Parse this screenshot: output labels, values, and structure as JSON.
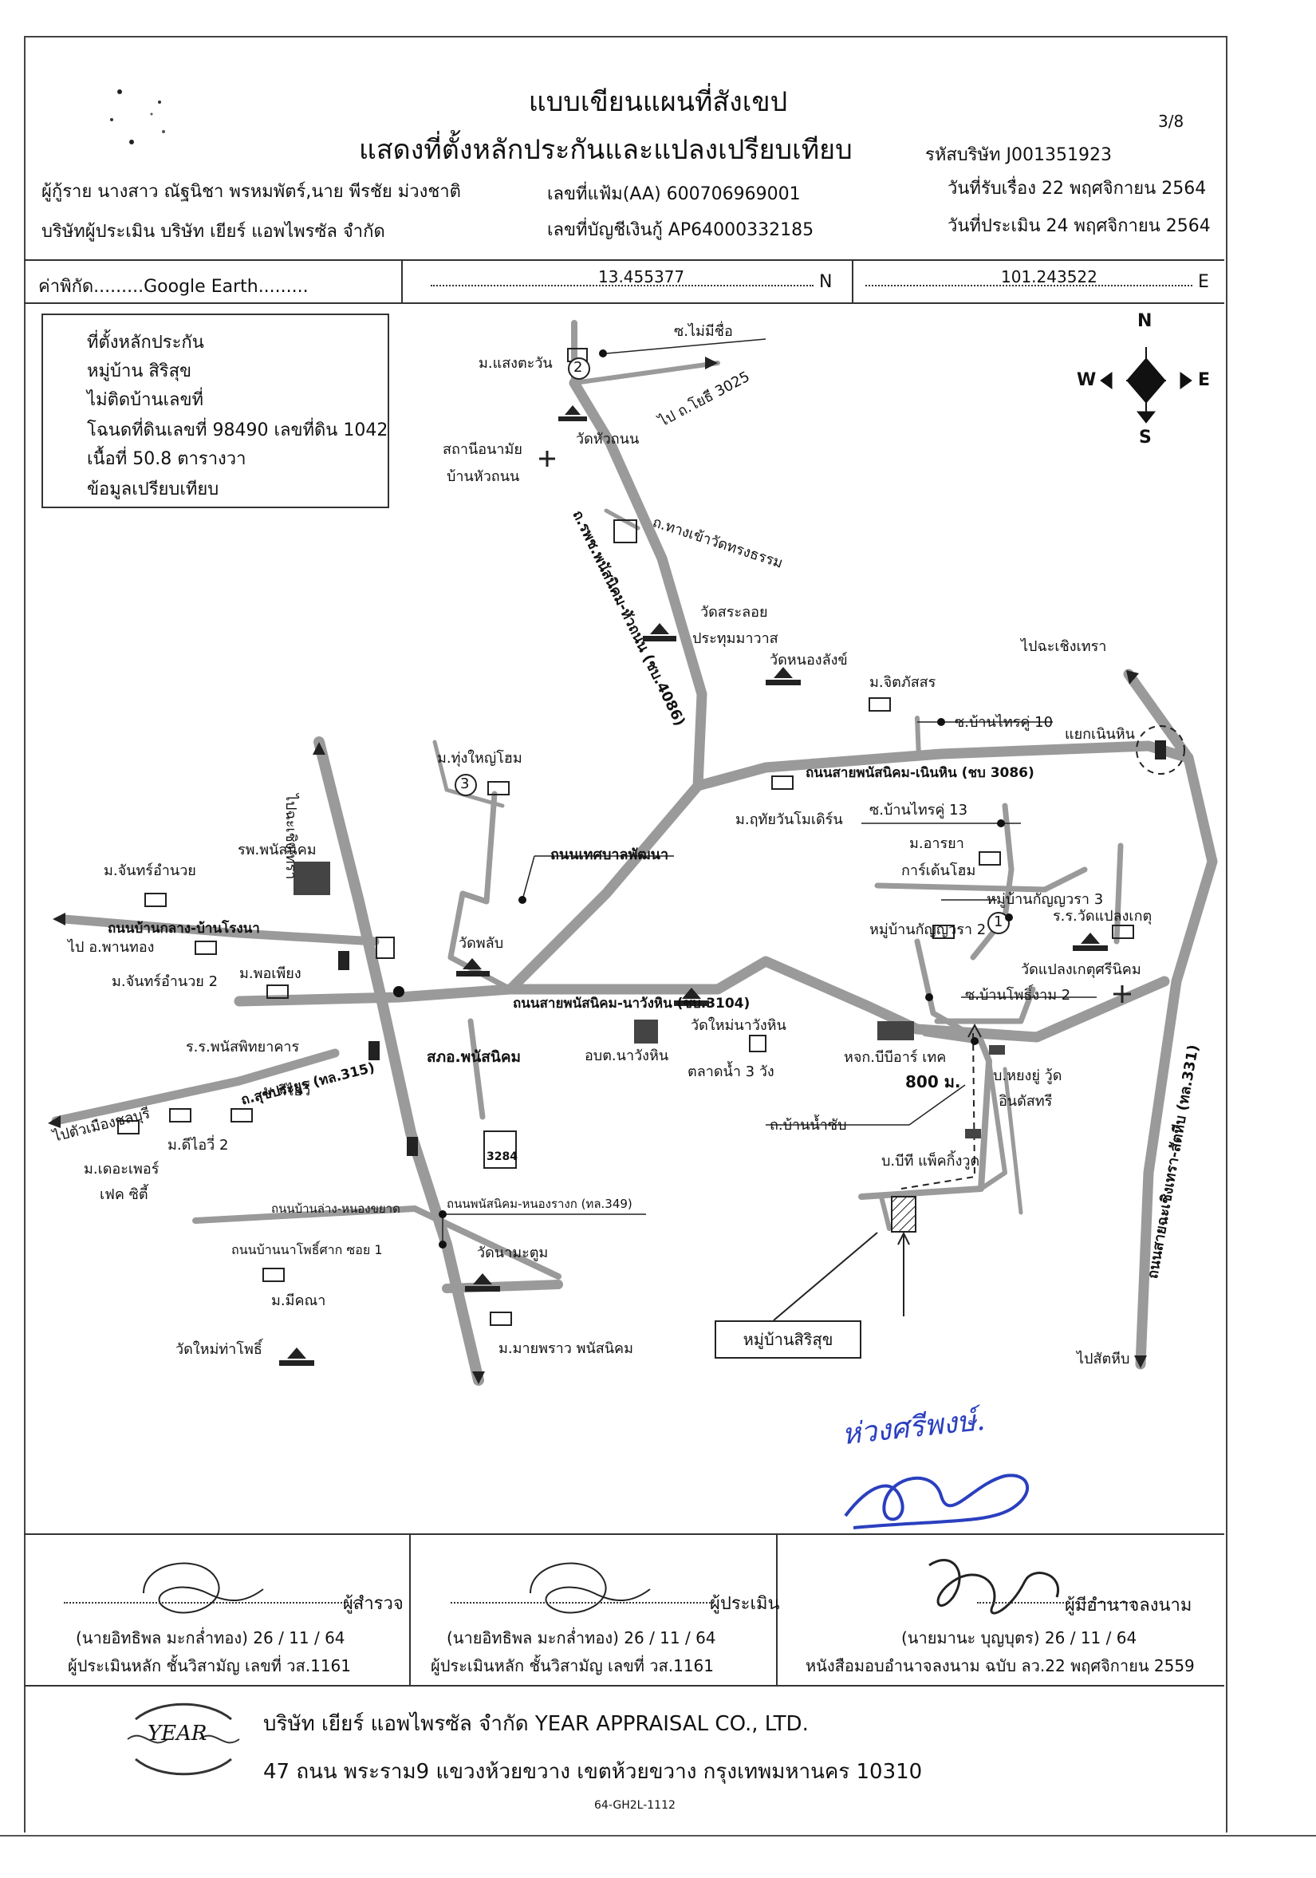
{
  "page_no": "3/8",
  "title_line1": "แบบเขียนแผนที่สังเขป",
  "title_line2": "แสดงที่ตั้งหลักประกันและแปลงเปรียบเทียบ",
  "company_code": "รหัสบริษัท J001351923",
  "borrower": "ผู้กู้ราย นางสาว ณัฐนิชา พรหมพัตร์,นาย พีรชัย ม่วงชาติ",
  "file_no": "เลขที่แฟ้ม(AA) 600706969001",
  "received_date": "วันที่รับเรื่อง 22 พฤศจิกายน 2564",
  "appraiser_company": "บริษัทผู้ประเมิน บริษัท เยียร์ แอพไพรซัล จำกัด",
  "account_no": "เลขที่บัญชีเงินกู้ AP64000332185",
  "appraisal_date": "วันที่ประเมิน 24 พฤศจิกายน 2564",
  "coords": {
    "label": "ค่าพิกัด.........Google Earth.........",
    "lat": "13.455377",
    "lat_suffix": "N",
    "lon": "101.243522",
    "lon_suffix": "E"
  },
  "legend": {
    "collateral": "ที่ตั้งหลักประกัน",
    "village": "หมู่บ้าน สิริสุข",
    "no_house_no": "ไม่ติดบ้านเลขที่",
    "deed": "โฉนดที่ดินเลขที่ 98490 เลขที่ดิน 1042",
    "area": "เนื้อที่ 50.8 ตารางวา",
    "comparison": "ข้อมูลเปรียบเทียบ"
  },
  "compass": {
    "n": "N",
    "s": "S",
    "e": "E",
    "w": "W"
  },
  "map_labels": {
    "unnamed_alley": "ซ.ไม่มีชื่อ",
    "saengtawan": "ม.แสงตะวัน",
    "to_3025": "ไป ถ.โยธี 3025",
    "wat_hua_thanon": "วัดหัวถนน",
    "health_station": "สถานีอนามัย",
    "health_station2": "บ้านหัวถนน",
    "road_to_wat": "ถ.ทางเข้าวัดทรงธรรม",
    "road_2086": "ถ.รพช.พนัสนิคม-หัวถนน (ชบ.4086)",
    "wat_sa_loi": "วัดสระลอย",
    "pratum": "ประทุมมาวาส",
    "wat_nong_lang": "วัดหนองลังข์",
    "chittaphat": "ม.จิตภัสสร",
    "to_chachoengsao_top": "ไปฉะเชิงเทรา",
    "soi_ban_thrai_10": "ซ.บ้านไทรคู่ 10",
    "yaek_noen_hin": "แยกเนินหิน",
    "road_3086": "ถนนสายพนัสนิคม-เนินหิน (ชบ 3086)",
    "soi_ban_thrai_13": "ซ.บ้านไทรคู่ 13",
    "thung_yai": "ม.ทุ่งใหญ่โฮม",
    "ruethai": "ม.ฤทัยวันโมเดิร์น",
    "arya": "ม.อารยา",
    "garden_home": "การ์เด้นโฮม",
    "to_chachoengsao_left": "ไปฉะเชิงเทรา",
    "thetsaban_road": "ถนนเทศบาลพัฒนา",
    "kanyawara3": "หมู่บ้านกัญญวรา 3",
    "kanyawara2": "หมู่บ้านกัญญวรา 2",
    "school_wat_plaeng": "ร.ร.วัดแปลงเกตุ",
    "wat_plaeng": "วัดแปลงเกตุศรีนิคม",
    "phanat_hospital": "รพ.พนัสนิคม",
    "chan_amnuay": "ม.จันทร์อำนวย",
    "ban_klang_road": "ถนนบ้านกลาง-บ้านโรงนา",
    "to_phan_thong": "ไป อ.พานทอง",
    "chan_amnuay2": "ม.จันทร์อำนวย 2",
    "pho_phiang": "ม.พอเพียง",
    "wat_phlap": "วัดพลับ",
    "road_3104": "ถนนสายพนัสนิคม-นาวังหิน (ชบ.3104)",
    "wat_mai_na": "วัดใหม่นาวังหิน",
    "soi_pho_ngam": "ซ.บ้านโพธิ์งาม 2",
    "school_phanat": "ร.ร.พนัสพิทยาคาร",
    "road_315": "ถ.สุขประยูร (ทล.315)",
    "sor_phanat": "สภอ.พนัสนิคม",
    "obt_na": "อบต.นาวังหิน",
    "market": "ตลาดน้ำ 3 วัง",
    "bbr_tech": "หจก.บีบีอาร์ เทค",
    "distance": "800 ม.",
    "yong_yu": "บ.หยงยู่ วู้ด",
    "yong_yu2": "อินดัสทรี",
    "to_chonburi": "ไปตัวเมืองชลบุรี",
    "dee_i": "ม.ดีไอวี่",
    "dee_i2": "ม.ดีไอวี่ 2",
    "treasure": "ม.เดอะเพอร์",
    "treasure2": "เฟค ซิตี้",
    "ban_nam_sap": "ถ.บ้านน้ำซับ",
    "bt_pack": "บ.บีที แพ็คกิ้งวูด",
    "shield_3284": "3284",
    "ban_lang_road": "ถนนบ้านล่าง-หนองขยาด",
    "road_349": "ถนนพนัสนิคม-หนองรางก (ทล.349)",
    "ban_na_road": "ถนนบ้านนาโพธิ์ศาก ซอย 1",
    "wat_na_matum": "วัดนามะตูม",
    "mikana": "ม.มีคณา",
    "mai_phrao": "ม.มายพราว พนัสนิคม",
    "wat_mai_tha_pho": "วัดใหม่ท่าโพธิ์",
    "to_sattahip": "ไปสัตหีบ",
    "road_331": "ถนนสายฉะเชิงเทรา-สัตหีบ (ทล.331)",
    "subject_village": "หมู่บ้านสิริสุข",
    "comp1": "1",
    "comp2": "2",
    "comp3": "3"
  },
  "signatures": {
    "surveyor_role": "ผู้สำรวจ",
    "surveyor_name": "(นายอิทธิพล มะกล่ำทอง) 26 / 11 / 64",
    "surveyor_title": "ผู้ประเมินหลัก ชั้นวิสามัญ เลขที่ วส.1161",
    "appraiser_role": "ผู้ประเมิน",
    "appraiser_name": "(นายอิทธิพล มะกล่ำทอง) 26 / 11 / 64",
    "appraiser_title": "ผู้ประเมินหลัก ชั้นวิสามัญ เลขที่ วส.1161",
    "authority_role": "ผู้มีอำนาจลงนาม",
    "authority_name": "(นายมานะ บุญบุตร) 26 / 11 / 64",
    "authority_title": "หนังสือมอบอำนาจลงนาม ฉบับ ลว.22 พฤศจิกายน 2559"
  },
  "handwritten_note": "ห่วงศรีพงษ์.",
  "footer": {
    "company": "บริษัท เยียร์ แอพไพรซัล จำกัด YEAR APPRAISAL CO., LTD.",
    "address": "47 ถนน พระราม9 แขวงห้วยขวาง เขตห้วยขวาง กรุงเทพมหานคร 10310",
    "form_code": "64-GH2L-1112",
    "logo_text": "YEAR"
  }
}
